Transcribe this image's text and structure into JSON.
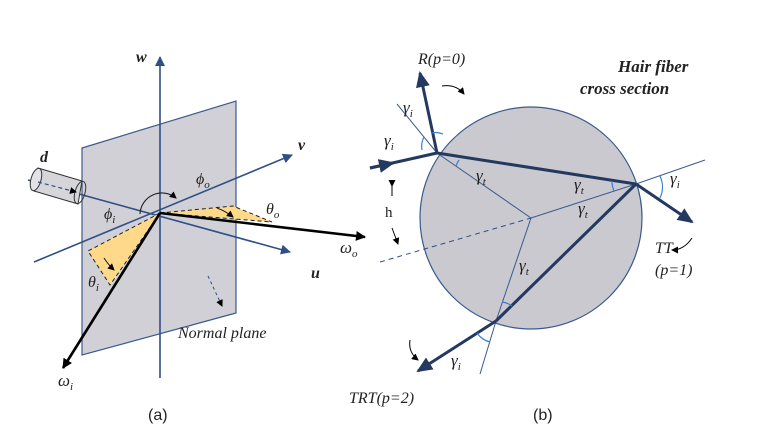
{
  "panel_a": {
    "caption": "(a)",
    "axis_w": "w",
    "axis_v": "v",
    "axis_u": "u",
    "vector_d": "d",
    "normal_plane_label": "Normal plane",
    "phi_i": "ϕ",
    "phi_i_sub": "i",
    "phi_o": "ϕ",
    "phi_o_sub": "o",
    "theta_i": "θ",
    "theta_i_sub": "i",
    "theta_o": "θ",
    "theta_o_sub": "o",
    "omega_i": "ω",
    "omega_i_sub": "i",
    "omega_o": "ω",
    "omega_o_sub": "o",
    "colors": {
      "plane": "#d0d0d6",
      "axis": "#2f4f86",
      "wedge": "#ffd98a",
      "ray": "#000000"
    }
  },
  "panel_b": {
    "caption": "(b)",
    "title_line1": "Hair fiber",
    "title_line2": "cross section",
    "label_R": "R(p=0)",
    "label_TT": "TT",
    "label_TT2": "(p=1)",
    "label_TRT": "TRT(p=2)",
    "label_h": "h",
    "gamma": "γ",
    "sub_i": "i",
    "sub_t": "t",
    "colors": {
      "circle": "#c9c9cf",
      "ray": "#24395f",
      "line": "#3b5a8e",
      "arc": "#3a7bd5"
    }
  }
}
